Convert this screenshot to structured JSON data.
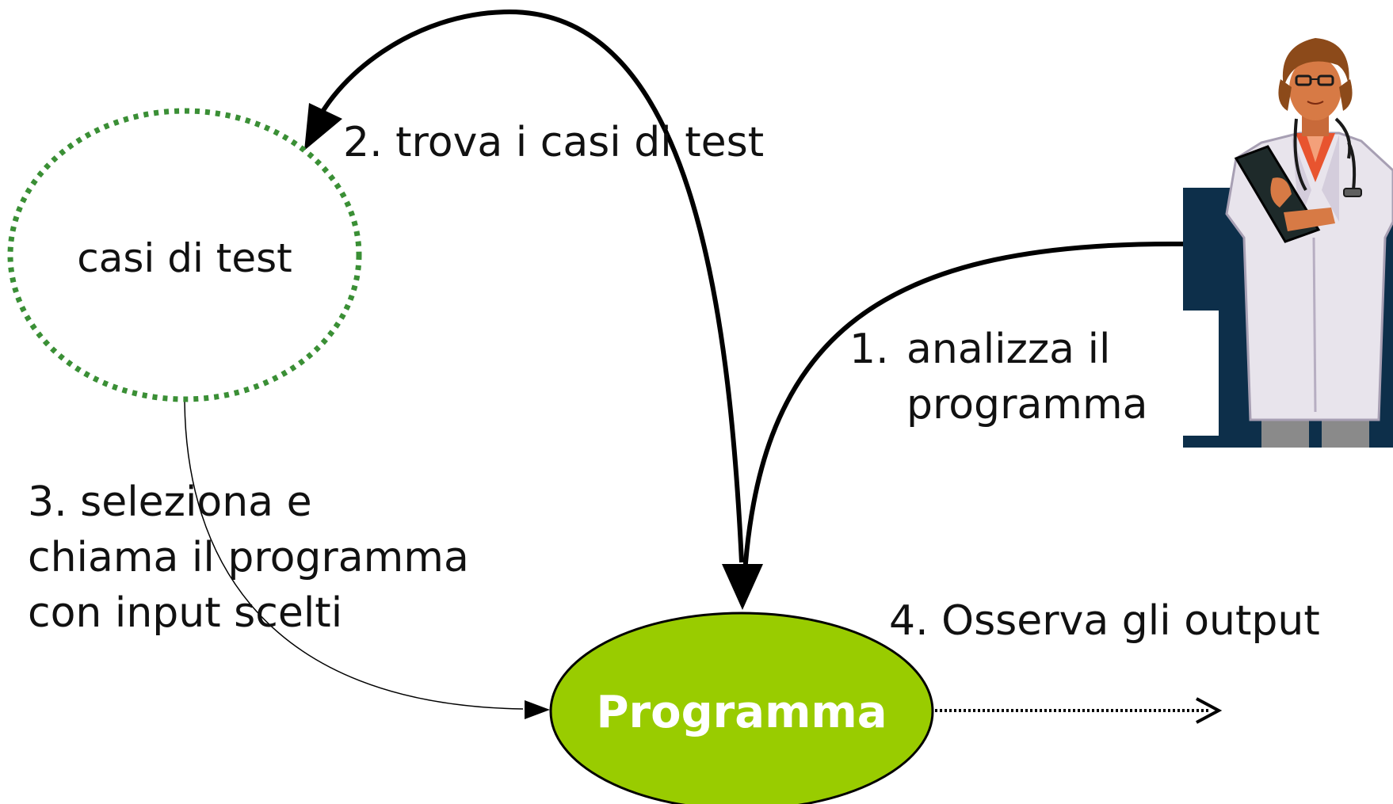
{
  "diagram": {
    "nodes": {
      "test_cases": {
        "label": "casi di test",
        "border_color": "#3a8f35"
      },
      "program": {
        "label": "Programma",
        "fill_color": "#99cc00"
      }
    },
    "steps": {
      "step1": {
        "number": "1.",
        "line1": "analizza il",
        "line2": "programma"
      },
      "step2": {
        "text": "2. trova i casi di test"
      },
      "step3": {
        "line1": "3. seleziona e",
        "line2": "chiama il programma",
        "line3": "con input scelti"
      },
      "step4": {
        "text": "4. Osserva gli output"
      }
    },
    "illustration": {
      "name": "doctor-tester",
      "backdrop_color": "#0d2f4a"
    }
  }
}
